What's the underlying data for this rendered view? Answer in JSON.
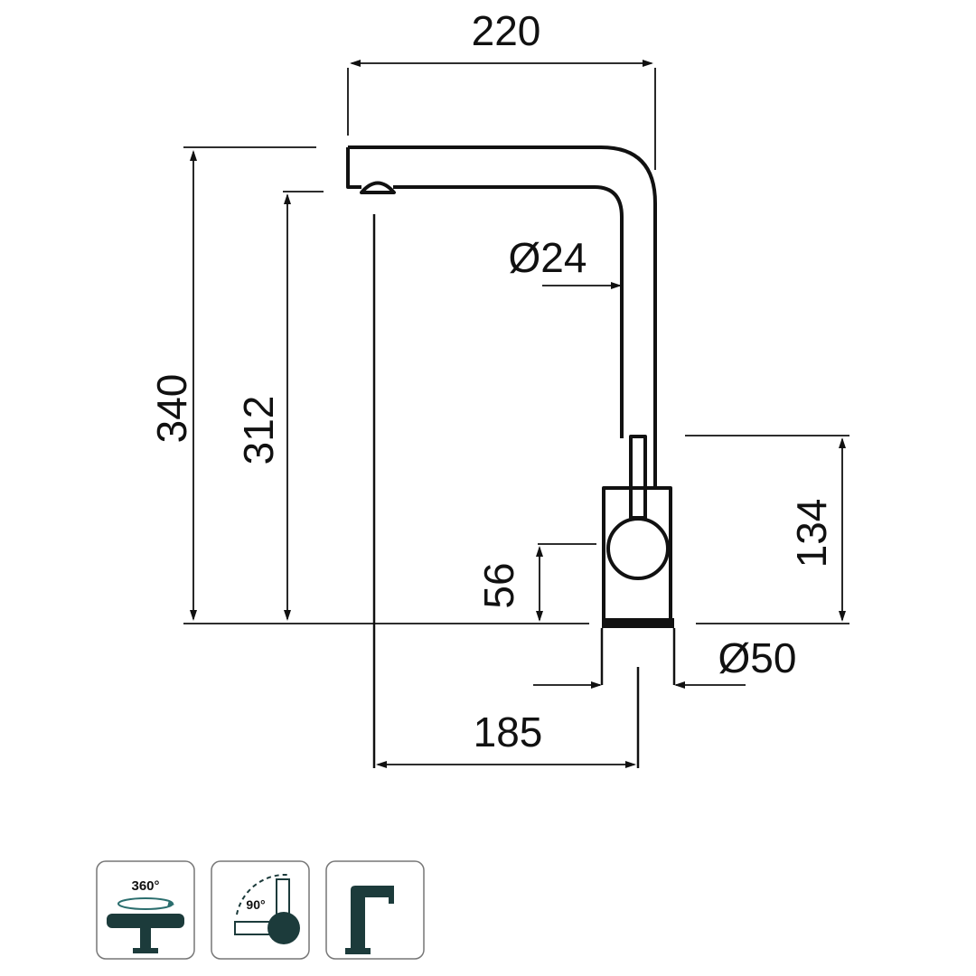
{
  "dimensions": {
    "width_top": "220",
    "height_total": "340",
    "height_spout": "312",
    "pipe_diameter": "Ø24",
    "body_height": "134",
    "lever_height": "56",
    "base_diameter": "Ø50",
    "reach": "185"
  },
  "badges": [
    {
      "label": "360°",
      "icon": "swivel-360-icon"
    },
    {
      "label": "90°",
      "icon": "lever-90-icon"
    },
    {
      "label": "",
      "icon": "spout-shape-icon"
    }
  ],
  "colors": {
    "line": "#111111",
    "badge_fill": "#1c3b3b",
    "badge_accent": "#2b6e6e"
  }
}
